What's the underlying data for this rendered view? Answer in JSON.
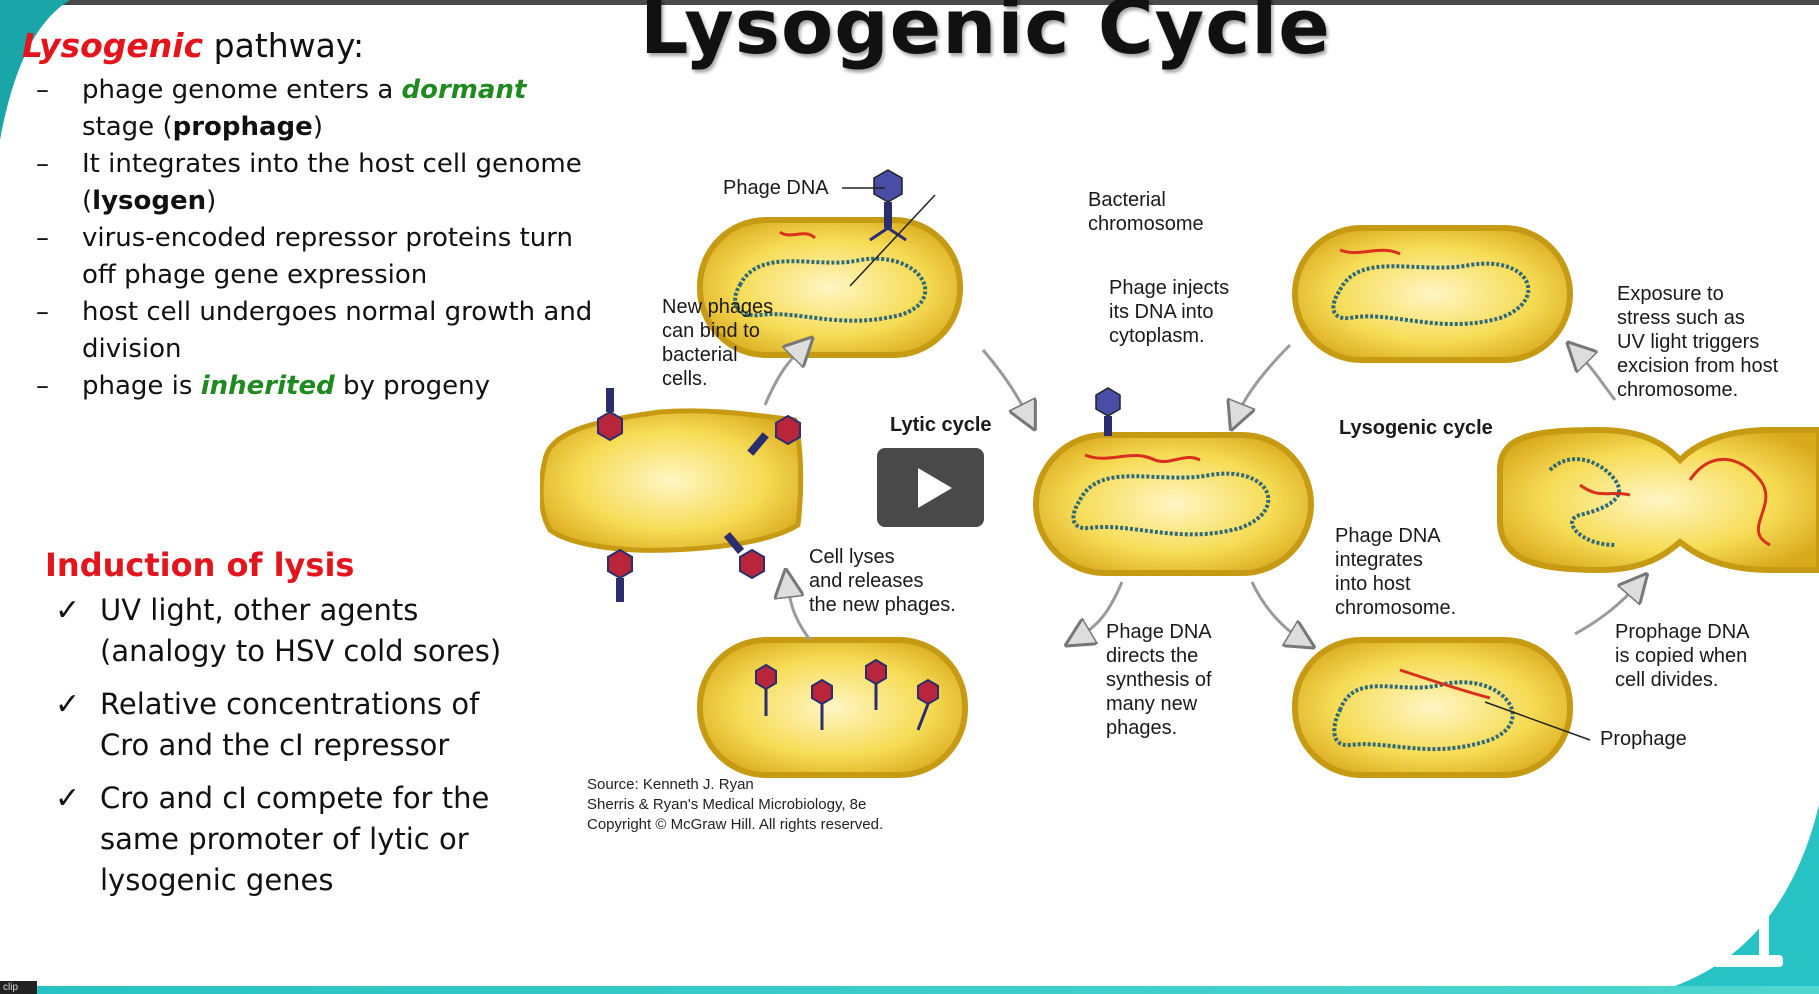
{
  "slide": {
    "title": "Lysogenic Cycle",
    "heading_red": "Lysogenic",
    "heading_rest": " pathway:",
    "bullets": [
      {
        "dash": "–",
        "parts": [
          {
            "t": "phage genome enters a ",
            "s": ""
          },
          {
            "t": "dormant",
            "s": "green"
          },
          {
            "t": " stage (",
            "s": ""
          },
          {
            "t": "prophage",
            "s": "bold"
          },
          {
            "t": ")",
            "s": ""
          }
        ]
      },
      {
        "dash": "–",
        "parts": [
          {
            "t": "It integrates into the host cell genome (",
            "s": ""
          },
          {
            "t": "lysogen",
            "s": "bold"
          },
          {
            "t": ")",
            "s": ""
          }
        ]
      },
      {
        "dash": "–",
        "parts": [
          {
            "t": "virus-encoded repressor proteins turn off phage gene expression",
            "s": ""
          }
        ]
      },
      {
        "dash": "–",
        "parts": [
          {
            "t": "host cell undergoes normal growth and division",
            "s": ""
          }
        ]
      },
      {
        "dash": "–",
        "parts": [
          {
            "t": "phage is ",
            "s": ""
          },
          {
            "t": "inherited",
            "s": "green"
          },
          {
            "t": " by progeny",
            "s": ""
          }
        ]
      }
    ],
    "induction_title": "Induction of lysis",
    "checks": [
      {
        "mark": "✓",
        "text": " UV light, other agents (analogy to HSV cold sores)"
      },
      {
        "mark": "✓",
        "text": "Relative concentrations of Cro and the cI repressor"
      },
      {
        "mark": "✓",
        "text": "Cro and cI compete for the same promoter of lytic or lysogenic genes"
      }
    ]
  },
  "diagram": {
    "labels": {
      "phage_dna": "Phage DNA",
      "bacterial_chromosome_1": "Bacterial",
      "bacterial_chromosome_2": "chromosome",
      "phage_injects_1": "Phage injects",
      "phage_injects_2": "its DNA into",
      "phage_injects_3": "cytoplasm.",
      "new_phages_1": "New phages",
      "new_phages_2": "can bind to",
      "new_phages_3": "bacterial",
      "new_phages_4": "cells.",
      "lytic_cycle": "Lytic cycle",
      "lysogenic_cycle": "Lysogenic cycle",
      "exposure_1": "Exposure to",
      "exposure_2": "stress such as",
      "exposure_3": "UV light triggers",
      "exposure_4": "excision from host",
      "exposure_5": "chromosome.",
      "cell_lyses_1": "Cell lyses",
      "cell_lyses_2": "and releases",
      "cell_lyses_3": "the new phages.",
      "integrates_1": "Phage DNA",
      "integrates_2": "integrates",
      "integrates_3": "into host",
      "integrates_4": "chromosome.",
      "directs_1": "Phage DNA",
      "directs_2": "directs the",
      "directs_3": "synthesis of",
      "directs_4": "many new",
      "directs_5": "phages.",
      "copied_1": "Prophage DNA",
      "copied_2": "is copied when",
      "copied_3": "cell divides.",
      "prophage": "Prophage"
    },
    "source_1": "Source: Kenneth J. Ryan",
    "source_2": "Sherris & Ryan's Medical Microbiology, 8e",
    "source_3": "Copyright © McGraw Hill. All rights reserved."
  },
  "player": {
    "clip_label": "clip"
  },
  "colors": {
    "accent_red": "#e3141b",
    "accent_green": "#1f8a1f",
    "cell_yellow": "#f2d13a",
    "dna_teal": "#2f6a78",
    "dna_red": "#d9301e",
    "teal_bar": "#27c2c4"
  },
  "icons": {
    "play": "play-icon",
    "microscope": "microscope-icon"
  }
}
